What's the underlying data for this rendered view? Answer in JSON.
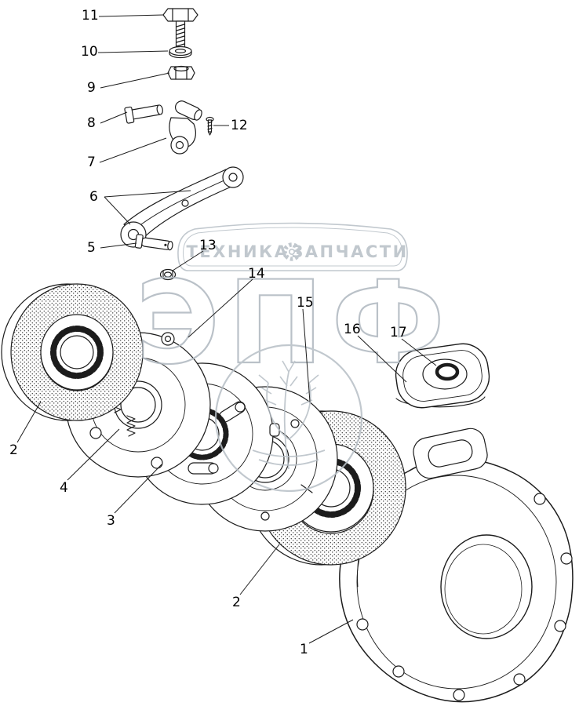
{
  "figure": {
    "type": "exploded-parts-diagram",
    "description": "Exploded view of brake assembly with numbered callouts"
  },
  "watermark": {
    "banner_left": "ТЕХНИКА",
    "banner_right": "ЗАПЧАСТИ",
    "banner_icon": "gear",
    "big_text": "ЭПФ",
    "color": "#b7bfc6"
  },
  "callouts": [
    {
      "label": "11"
    },
    {
      "label": "10"
    },
    {
      "label": "9"
    },
    {
      "label": "8"
    },
    {
      "label": "12"
    },
    {
      "label": "7"
    },
    {
      "label": "6"
    },
    {
      "label": "5"
    },
    {
      "label": "13"
    },
    {
      "label": "14"
    },
    {
      "label": "15"
    },
    {
      "label": "16"
    },
    {
      "label": "17"
    },
    {
      "label": "2"
    },
    {
      "label": "4"
    },
    {
      "label": "3"
    },
    {
      "label": "2"
    },
    {
      "label": "1"
    }
  ]
}
